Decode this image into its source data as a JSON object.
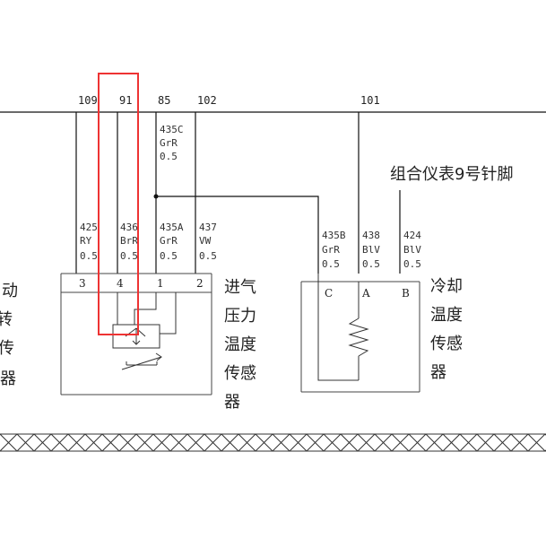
{
  "top_wires": [
    {
      "id": "109"
    },
    {
      "id": "91"
    },
    {
      "id": "85"
    },
    {
      "id": "102"
    },
    {
      "id": "101"
    }
  ],
  "wire_codes": {
    "w435c": [
      "435C",
      "GrR",
      "0.5"
    ],
    "w425": [
      "425",
      "RY",
      "0.5"
    ],
    "w436": [
      "436",
      "BrR",
      "0.5"
    ],
    "w435a": [
      "435A",
      "GrR",
      "0.5"
    ],
    "w437": [
      "437",
      "VW",
      "0.5"
    ],
    "w435b": [
      "435B",
      "GrR",
      "0.5"
    ],
    "w438": [
      "438",
      "BlV",
      "0.5"
    ],
    "w424": [
      "424",
      "BlV",
      "0.5"
    ]
  },
  "left_pins": [
    "3",
    "4",
    "1",
    "2"
  ],
  "right_pins": [
    "C",
    "A",
    "B"
  ],
  "labels": {
    "cluster_pin": "组合仪表9号针脚",
    "intake_sensor": [
      "进气",
      "压力",
      "温度",
      "传感",
      "器"
    ],
    "coolant_sensor": [
      "冷却",
      "温度",
      "传感",
      "器"
    ],
    "left_partial": [
      "动",
      "转",
      "传",
      "器"
    ]
  }
}
